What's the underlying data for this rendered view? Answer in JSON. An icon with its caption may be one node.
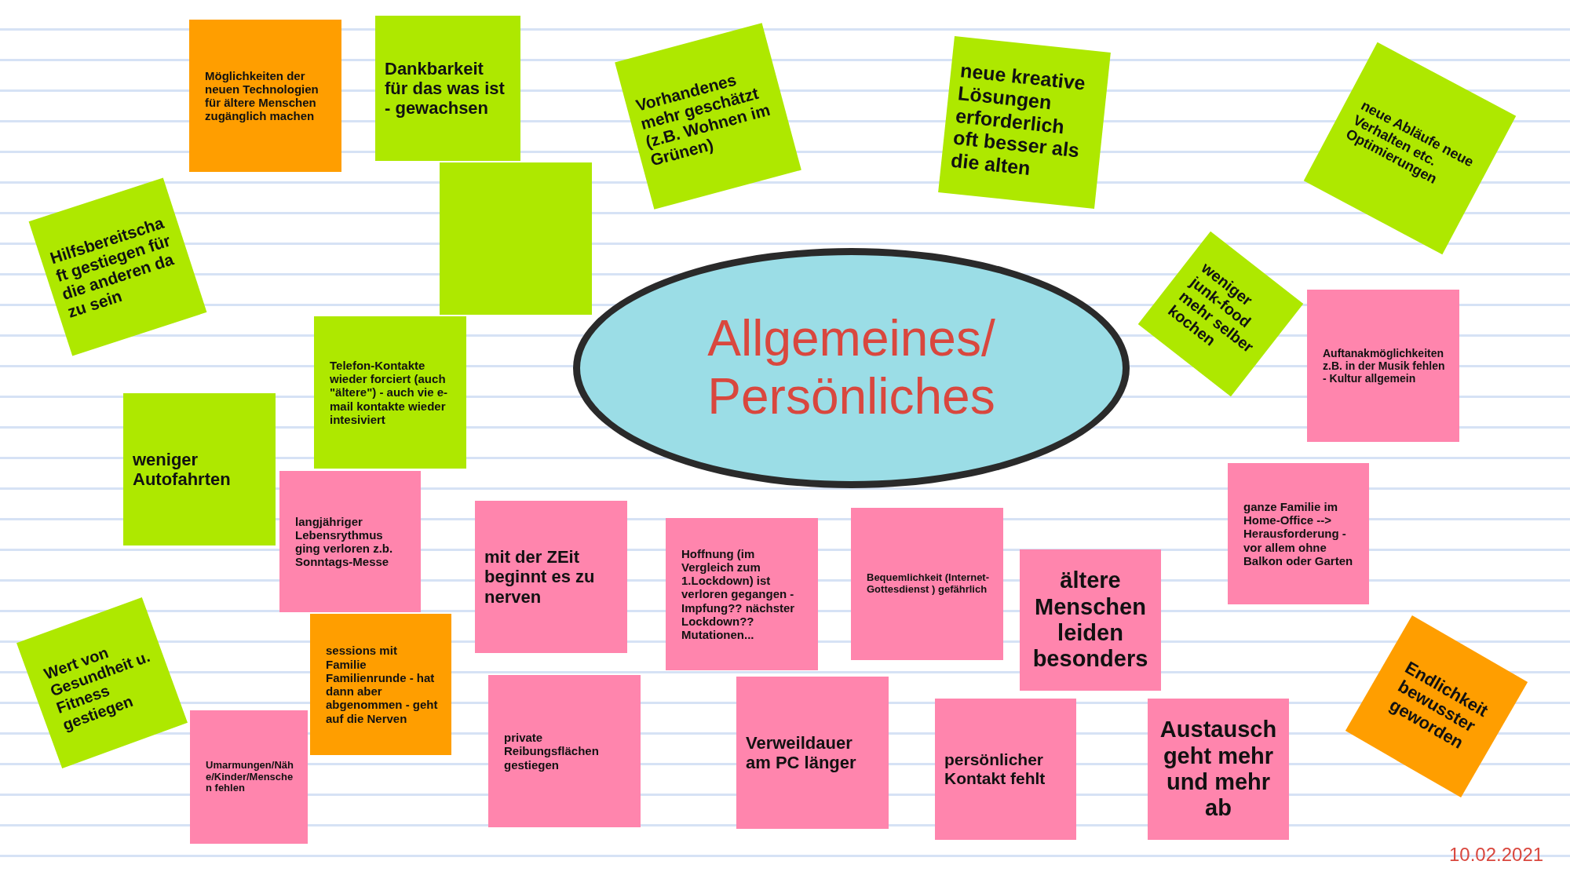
{
  "diagram": {
    "nodes": [
      {
        "text": [
          "Allgemeines/ Persönliches"
        ]
      },
      {
        "text": [
          "Möglichkeiten der neuen Technologien für ältere Menschen zugänglich machen"
        ]
      },
      {
        "text": [
          "Hilfsbereitschaft gestiegen für die anderen da zu sein"
        ]
      },
      {
        "text": [
          "Dankbarkeit für das was ist - gewachsen"
        ]
      },
      {
        "text": [],
        "shape": "box"
      },
      {
        "text": [
          "Vorhandenes mehr geschätzt (z.B. Wohnen im Grünen)"
        ]
      },
      {
        "text": [
          "neue kreative Lösungen erforderlich oft besser als die alten"
        ]
      },
      {
        "text": [
          "neue Abläufe neue Verhalten etc. Optimierungen"
        ]
      },
      {
        "text": [
          "Telefon-Kontakte wieder forciert (auch \"ältere\") - auch vie e-mail kontakte wieder intesiviert"
        ]
      },
      {
        "text": [
          "weniger junk-food mehr selber kochen"
        ]
      },
      {
        "text": [
          "Auftanakmöglichkeiten z.B. in der Musik fehlen  - Kultur allgemein"
        ]
      },
      {
        "text": [
          "weniger Autofahrten"
        ]
      },
      {
        "text": [
          "langjähriger Lebensrythmus ging verloren z.b. Sonntags-Messe"
        ]
      },
      {
        "text": [
          "mit der ZEit beginnt es zu nerven"
        ]
      },
      {
        "text": [
          "Hoffnung (im Vergleich zum 1.Lockdown) ist verloren gegangen - Impfung?? nächster Lockdown?? Mutationen..."
        ]
      },
      {
        "text": [
          "Bequemlichkeit (Internet-Gottesdienst ) gefährlich"
        ]
      },
      {
        "text": [
          "ganze Familie im Home-Office --> Herausforderung  - vor allem ohne Balkon oder Garten"
        ]
      },
      {
        "text": [
          "sessions mit Familie Familienrunde - hat dann aber abgenommen - geht auf die Nerven"
        ]
      },
      {
        "text": [
          "Wert von Gesundheit u. Fitness gestiegen"
        ]
      },
      {
        "text": [
          "ältere Menschen leiden besonders"
        ]
      },
      {
        "text": [
          "Umarmungen/Nähe/Kinder/Menschen fehlen"
        ]
      },
      {
        "text": [
          "private Reibungsflächen gestiegen"
        ]
      },
      {
        "text": [
          "Verweildauer am PC länger"
        ]
      },
      {
        "text": [
          "persönlicher Kontakt fehlt"
        ]
      },
      {
        "text": [
          "Austausch geht mehr und mehr ab"
        ]
      },
      {
        "text": [
          "Endlichkeit bewusster geworden"
        ]
      }
    ],
    "labels": [
      "10.02.2021"
    ]
  }
}
